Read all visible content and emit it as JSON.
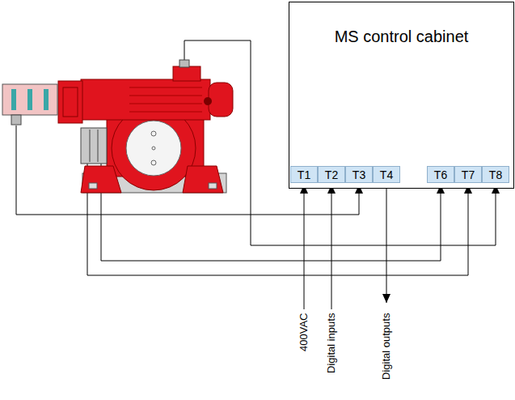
{
  "diagram": {
    "nodes": [
      {
        "text": [
          "MS control cabinet"
        ]
      },
      {
        "text": [
          "T1"
        ],
        "in": 0
      },
      {
        "text": [
          "T2"
        ],
        "in": 0
      },
      {
        "text": [
          "T3"
        ],
        "in": 0
      },
      {
        "text": [
          "T4"
        ],
        "in": 0
      },
      {
        "text": [
          "T6"
        ],
        "in": 0
      },
      {
        "text": [
          "T7"
        ],
        "in": 0
      },
      {
        "text": [
          "T8"
        ],
        "in": 0
      }
    ],
    "labels": [
      "400VAC",
      "Digital inputs",
      "Digital outputs"
    ]
  }
}
